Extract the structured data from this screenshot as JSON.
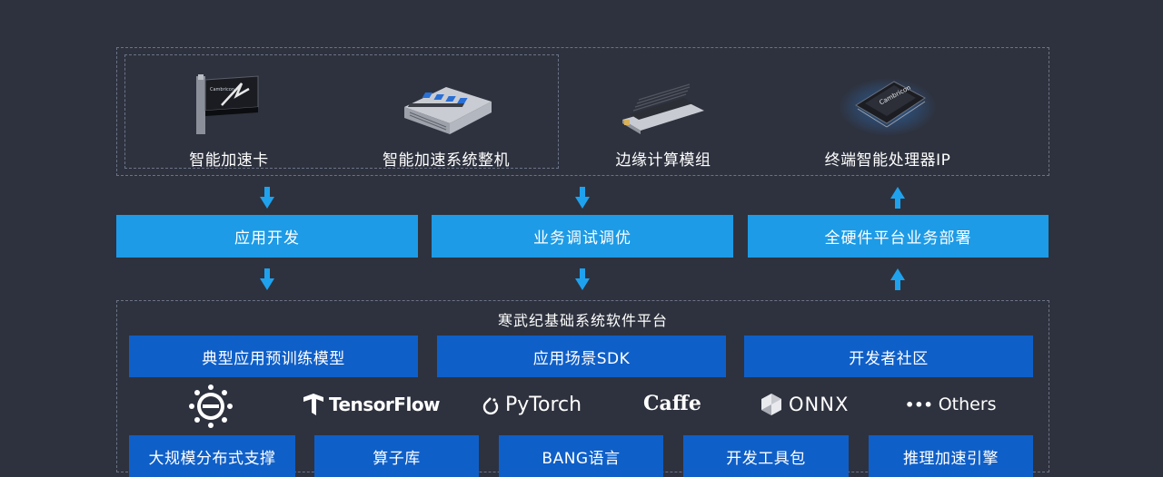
{
  "products": [
    {
      "label": "智能加速卡",
      "icon": "accelerator-card-icon"
    },
    {
      "label": "智能加速系统整机",
      "icon": "server-rack-icon"
    },
    {
      "label": "边缘计算模组",
      "icon": "edge-module-icon"
    },
    {
      "label": "终端智能处理器IP",
      "icon": "processor-chip-icon"
    }
  ],
  "chip_text": "Cambricon",
  "card_text": "Cambricon",
  "middle_bars": [
    {
      "label": "应用开发"
    },
    {
      "label": "业务调试调优"
    },
    {
      "label": "全硬件平台业务部署"
    }
  ],
  "platform": {
    "title": "寒武纪基础系统软件平台",
    "rows1": [
      {
        "label": "典型应用预训练模型"
      },
      {
        "label": "应用场景SDK"
      },
      {
        "label": "开发者社区"
      }
    ],
    "frameworks": [
      {
        "label": "",
        "icon": "magicmind-gear-icon"
      },
      {
        "label": "TensorFlow",
        "icon": "tensorflow-icon"
      },
      {
        "label": "PyTorch",
        "icon": "pytorch-icon"
      },
      {
        "label": "Caffe",
        "icon": ""
      },
      {
        "label": "ONNX",
        "icon": "onnx-icon"
      },
      {
        "label": "Others",
        "icon": "ellipsis-icon"
      }
    ],
    "rows2": [
      {
        "label": "大规模分布式支撑"
      },
      {
        "label": "算子库"
      },
      {
        "label": "BANG语言"
      },
      {
        "label": "开发工具包"
      },
      {
        "label": "推理加速引擎"
      }
    ]
  },
  "colors": {
    "background": "#2e323e",
    "light_blue": "#1d9be6",
    "dark_blue": "#0f5fc8",
    "arrow": "#1fa2ee"
  }
}
